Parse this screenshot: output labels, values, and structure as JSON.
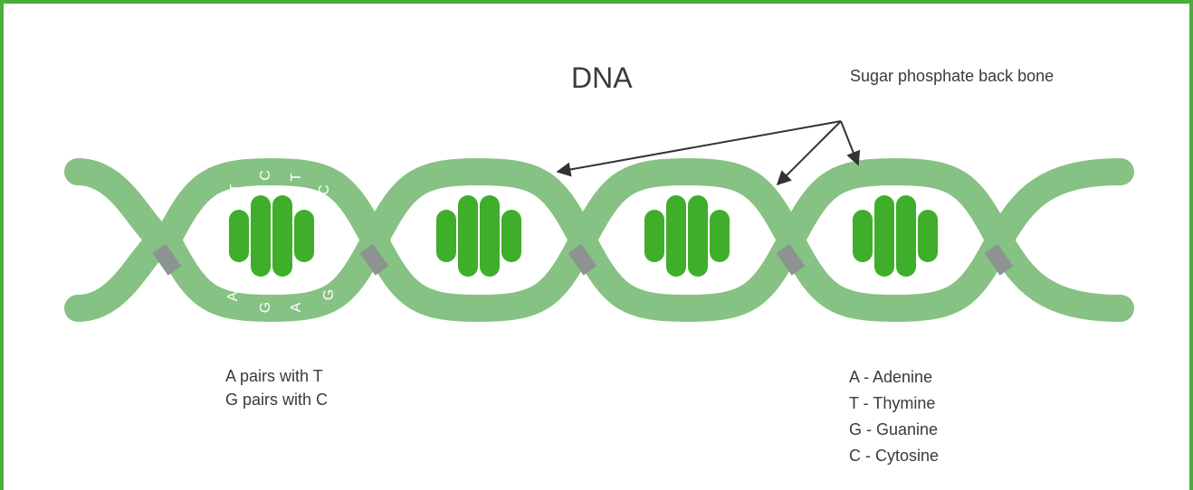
{
  "title": "DNA",
  "callout": "Sugar phosphate back bone",
  "pairing_rules": [
    "A pairs with T",
    "G pairs with C"
  ],
  "helix_letters": {
    "top": [
      "T",
      "C",
      "T",
      "C"
    ],
    "bottom": [
      "A",
      "G",
      "A",
      "G"
    ]
  },
  "key": [
    "A - Adenine",
    "T - Thymine",
    "G - Guanine",
    "C - Cytosine"
  ],
  "colors": {
    "frame": "#4cae3a",
    "backbone": "#86c283",
    "base": "#3fae2a",
    "link": "#8c9490",
    "text": "#3a3a3a",
    "arrow": "#333333"
  }
}
